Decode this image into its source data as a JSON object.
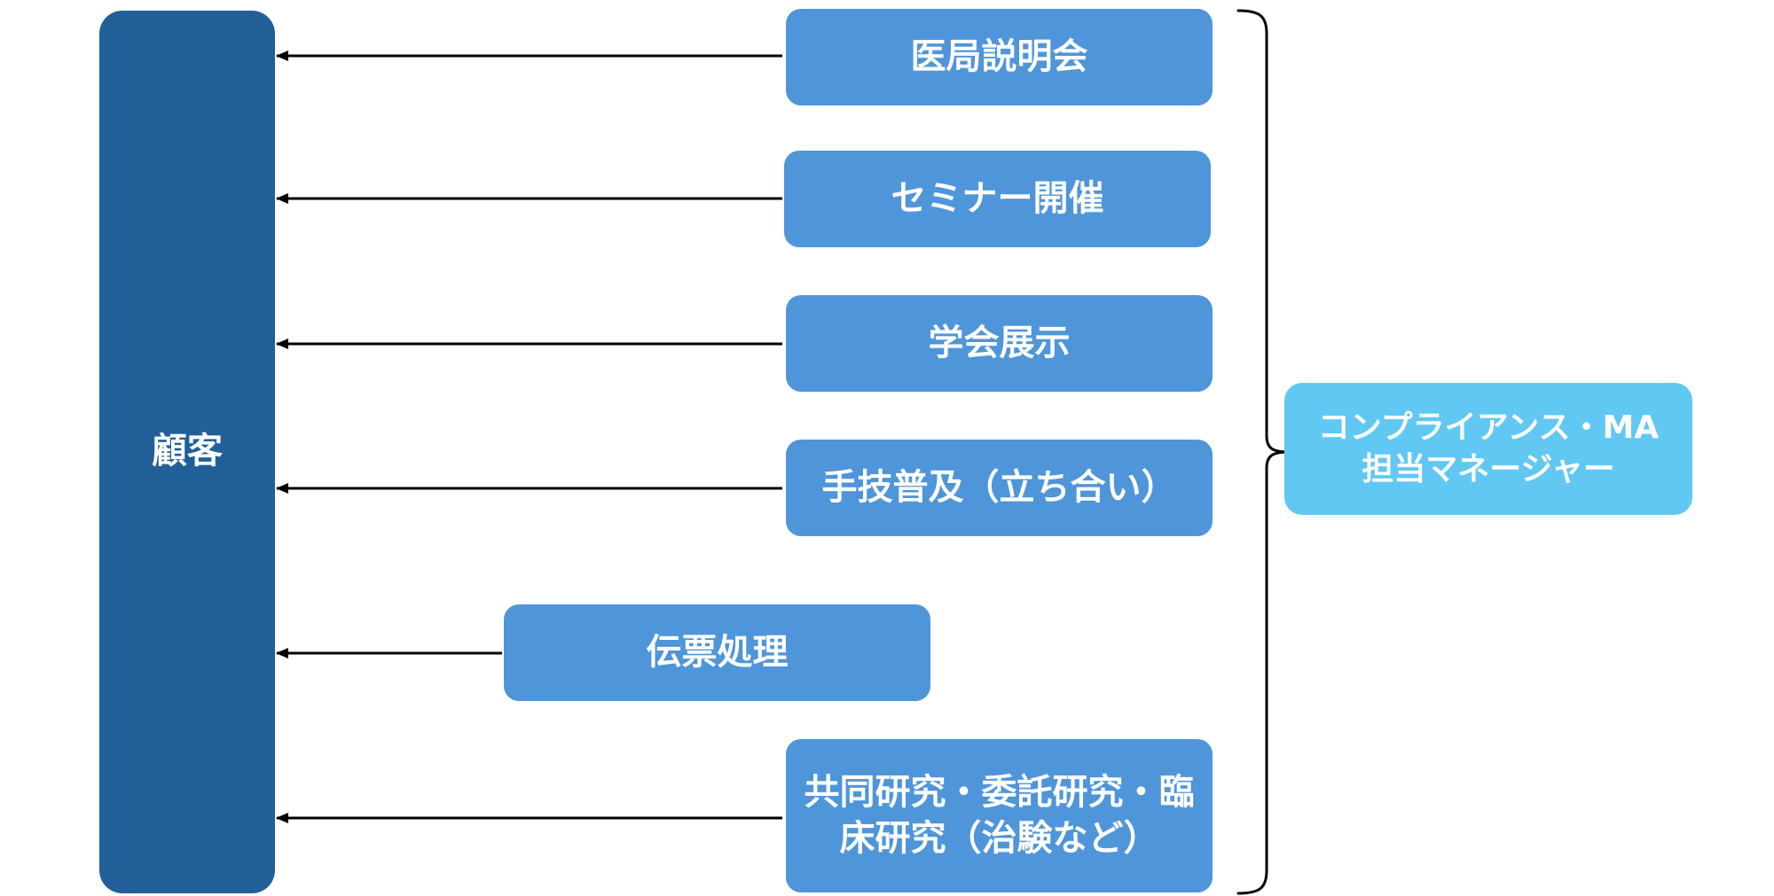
{
  "customer": {
    "label": "顧客"
  },
  "activities": [
    {
      "label": "医局説明会"
    },
    {
      "label": "セミナー開催"
    },
    {
      "label": "学会展示"
    },
    {
      "label": "手技普及（立ち合い）"
    },
    {
      "label": "伝票処理"
    },
    {
      "label": "共同研究・委託研究・臨\n床研究（治験など）"
    }
  ],
  "manager": {
    "label": "コンプライアンス・MA\n担当マネージャー"
  },
  "colors": {
    "customer_fill": "#215f99",
    "activity_fill": "#4f95d9",
    "manager_fill": "#61c8f4",
    "line": "#000000",
    "text": "#ffffff"
  },
  "icons": {
    "arrowhead": "arrowhead-icon",
    "bracket": "curly-brace-icon"
  }
}
